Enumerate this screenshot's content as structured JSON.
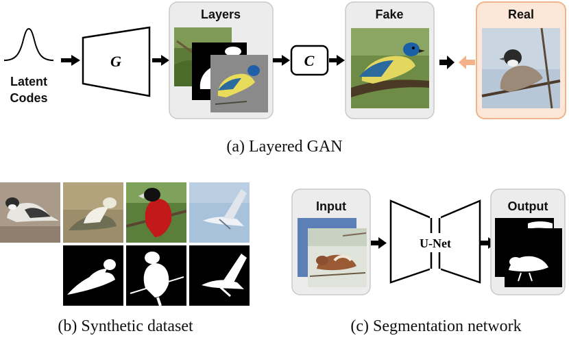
{
  "panel_a": {
    "latent_label_line1": "Latent",
    "latent_label_line2": "Codes",
    "generator_symbol": "G",
    "layers_title": "Layers",
    "compositor_symbol": "C",
    "fake_title": "Fake",
    "real_title": "Real",
    "caption": "(a) Layered GAN"
  },
  "panel_b": {
    "caption": "(b) Synthetic dataset"
  },
  "panel_c": {
    "input_title": "Input",
    "network_label": "U-Net",
    "output_title": "Output",
    "caption": "(c) Segmentation network"
  },
  "colors": {
    "panel_gray": "#ececec",
    "real_panel": "#fde7d8",
    "real_border": "#f0b48a",
    "real_arrow": "#f5b187",
    "arrow": "#000000",
    "input_blue": "#5b7fb6"
  }
}
